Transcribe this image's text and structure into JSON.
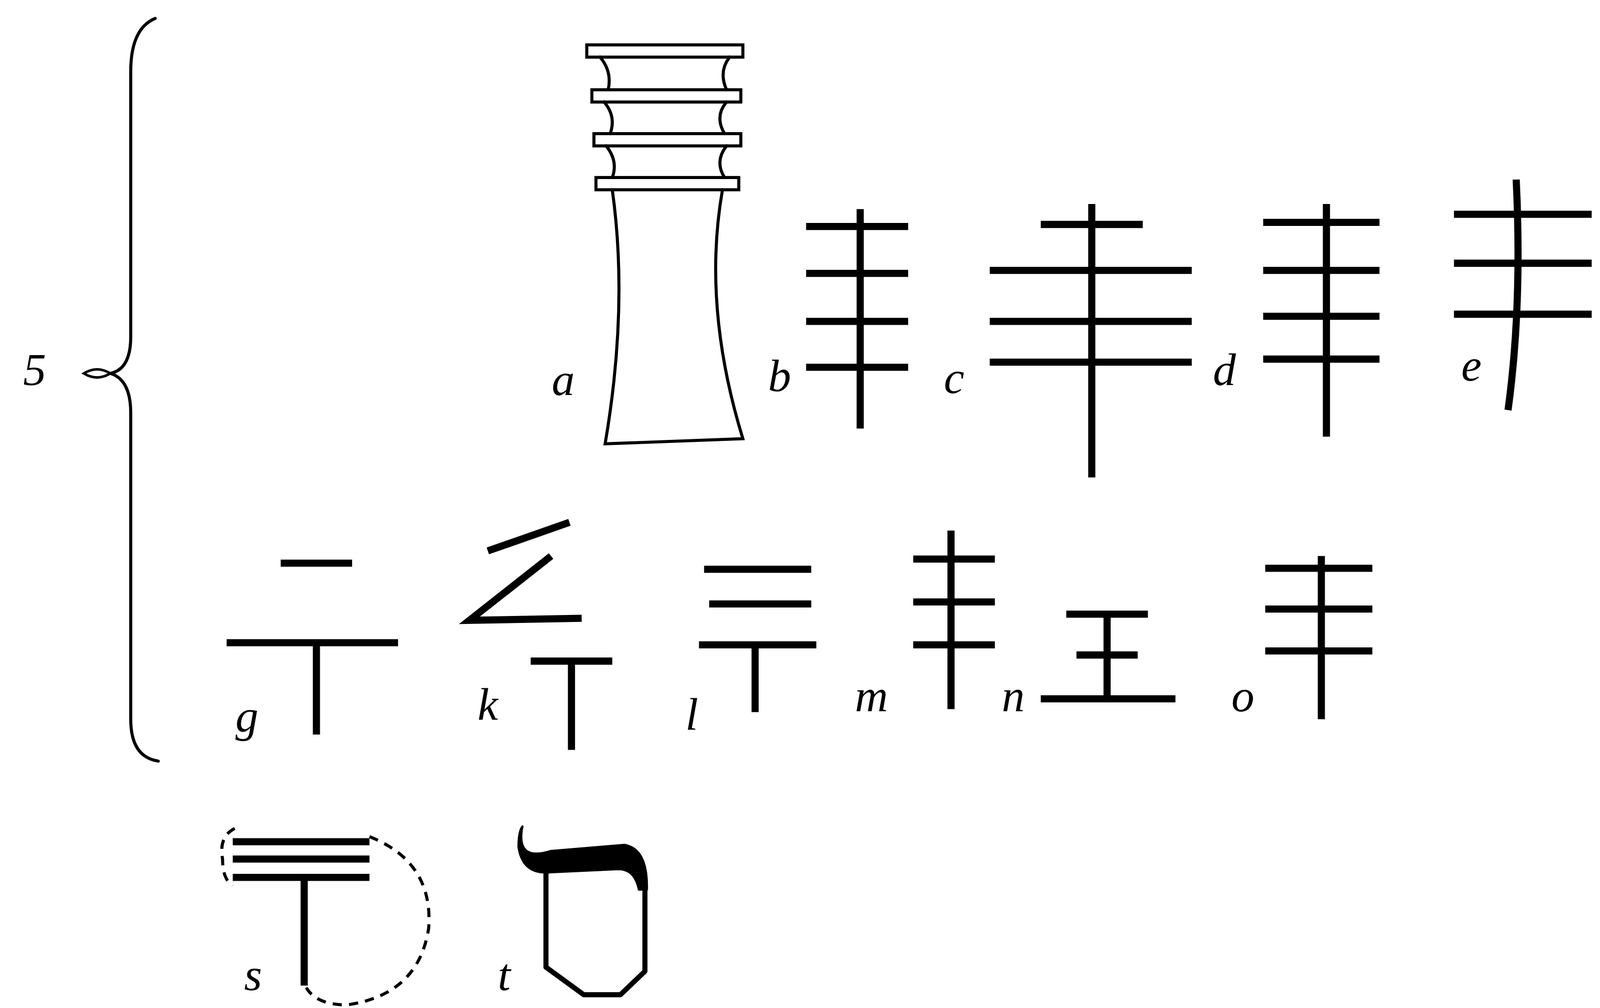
{
  "diagram": {
    "labels": [
      "5",
      "a",
      "b",
      "c",
      "d",
      "e",
      "g",
      "k",
      "l",
      "m",
      "n",
      "o",
      "s",
      "t"
    ]
  }
}
